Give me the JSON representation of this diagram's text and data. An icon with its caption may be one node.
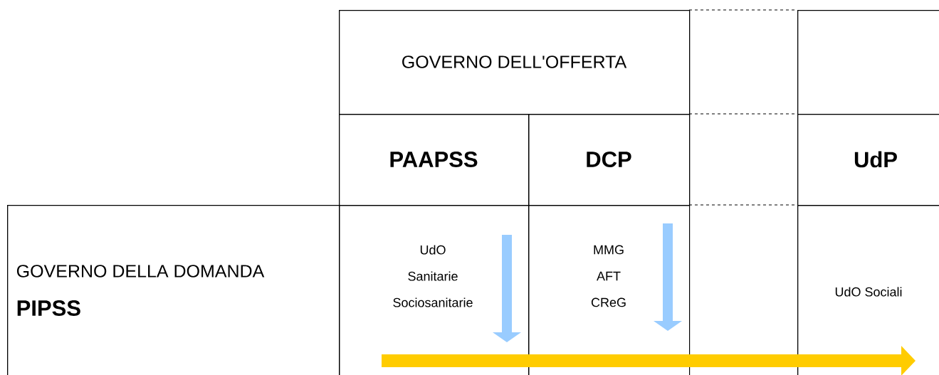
{
  "diagram": {
    "nodes": [
      {
        "text": [
          "GOVERNO DELL'OFFERTA"
        ]
      },
      {
        "text": [],
        "shape": "box"
      },
      {
        "text": [],
        "shape": "box"
      },
      {
        "text": [
          "PAAPSS"
        ]
      },
      {
        "text": [
          "DCP"
        ]
      },
      {
        "text": [],
        "shape": "box"
      },
      {
        "text": [
          "UdP"
        ]
      },
      {
        "text": [
          "GOVERNO DELLA DOMANDA",
          "PIPSS"
        ]
      },
      {
        "text": [
          "UdO",
          "Sanitarie",
          "Sociosanitarie"
        ]
      },
      {
        "text": [
          "MMG",
          "AFT",
          "CReG"
        ]
      },
      {
        "text": [],
        "shape": "box"
      },
      {
        "text": [
          "UdO Sociali"
        ]
      }
    ],
    "edges": []
  }
}
